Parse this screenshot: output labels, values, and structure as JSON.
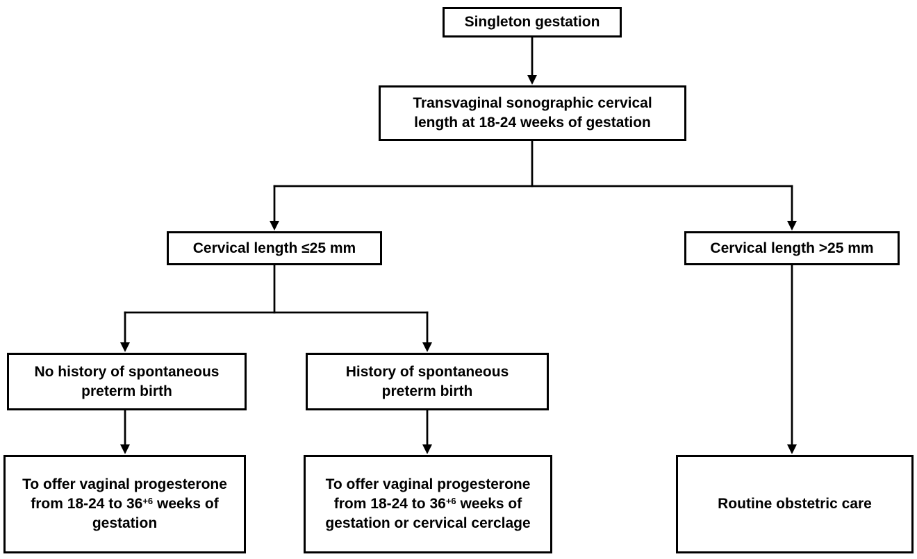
{
  "diagram": {
    "type": "flowchart",
    "colors": {
      "background": "#ffffff",
      "box_border": "#000000",
      "text": "#000000",
      "connector": "#000000"
    },
    "nodes": {
      "singleton": {
        "label": "Singleton gestation"
      },
      "tvs_cervical_length": {
        "lines": [
          "Transvaginal sonographic cervical",
          "length at 18-24 weeks of gestation"
        ]
      },
      "cervical_length_le_25": {
        "label": "Cervical length ≤25 mm"
      },
      "cervical_length_gt_25": {
        "label": "Cervical length >25 mm"
      },
      "no_history_preterm_birth": {
        "lines": [
          "No history of spontaneous",
          "preterm birth"
        ]
      },
      "history_preterm_birth": {
        "lines": [
          "History of spontaneous",
          "preterm birth"
        ]
      },
      "offer_progesterone": {
        "line1": "To offer vaginal progesterone",
        "line2_pre": "from 18-24 to 36",
        "line2_sup": "+6",
        "line2_post": " weeks of",
        "line3": "gestation"
      },
      "offer_progesterone_or_cerclage": {
        "line1": "To offer vaginal progesterone",
        "line2_pre": "from 18-24 to 36",
        "line2_sup": "+6",
        "line2_post": " weeks of",
        "line3": "gestation or cervical cerclage"
      },
      "routine_obstetric_care": {
        "label": "Routine obstetric care"
      }
    }
  }
}
